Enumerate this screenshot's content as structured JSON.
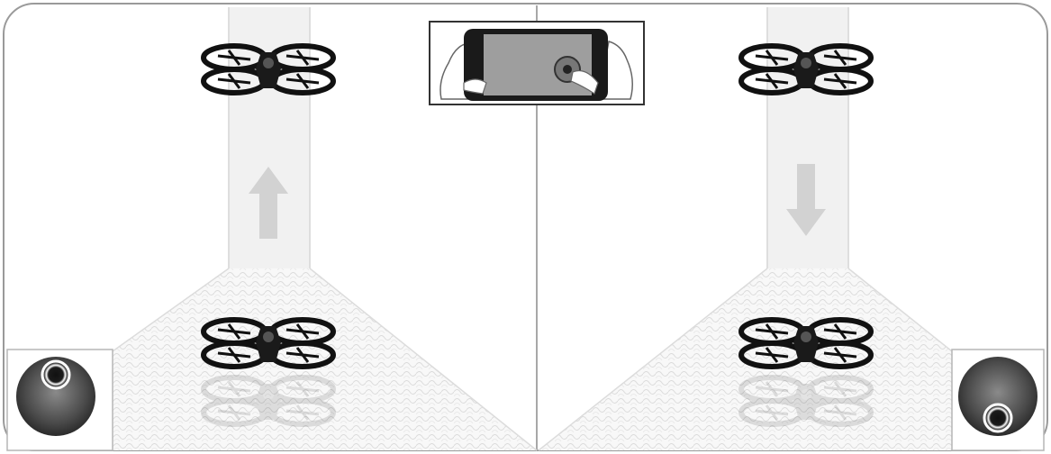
{
  "figure": {
    "panels": [
      {
        "id": "left",
        "motion": "up",
        "joystick": "top"
      },
      {
        "id": "right",
        "motion": "down",
        "joystick": "bottom"
      }
    ],
    "icons": {
      "drone": "quadcopter-icon",
      "arrow_up": "arrow-up-icon",
      "arrow_down": "arrow-down-icon",
      "joystick": "joystick-icon",
      "smartphone": "smartphone-in-hands-icon"
    },
    "colors": {
      "frame": "#9a9a9a",
      "column": "#f1f1f1",
      "arrow": "#d2d2d2",
      "drone": "#111111",
      "joystick_dark": "#2a2a2a",
      "phone_screen": "#9e9e9e"
    }
  }
}
